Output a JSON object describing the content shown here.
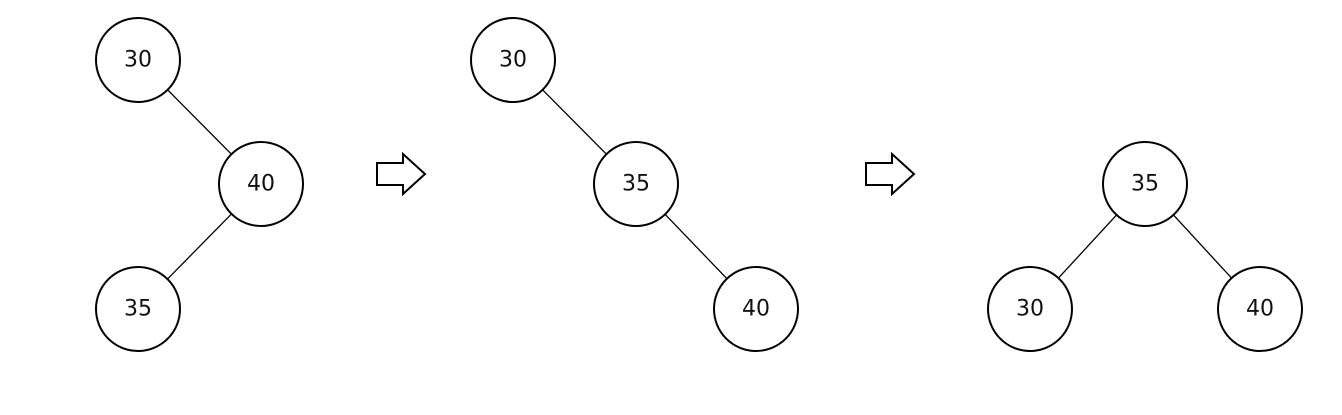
{
  "diagram": {
    "steps": [
      {
        "id": "step1",
        "nodes": [
          {
            "id": "s1-n30",
            "label": "30"
          },
          {
            "id": "s1-n40",
            "label": "40"
          },
          {
            "id": "s1-n35",
            "label": "35"
          }
        ],
        "edges": [
          [
            "s1-n30",
            "s1-n40"
          ],
          [
            "s1-n40",
            "s1-n35"
          ]
        ]
      },
      {
        "id": "step2",
        "nodes": [
          {
            "id": "s2-n30",
            "label": "30"
          },
          {
            "id": "s2-n35",
            "label": "35"
          },
          {
            "id": "s2-n40",
            "label": "40"
          }
        ],
        "edges": [
          [
            "s2-n30",
            "s2-n35"
          ],
          [
            "s2-n35",
            "s2-n40"
          ]
        ]
      },
      {
        "id": "step3",
        "nodes": [
          {
            "id": "s3-n35",
            "label": "35"
          },
          {
            "id": "s3-n30",
            "label": "30"
          },
          {
            "id": "s3-n40",
            "label": "40"
          }
        ],
        "edges": [
          [
            "s3-n35",
            "s3-n30"
          ],
          [
            "s3-n35",
            "s3-n40"
          ]
        ]
      }
    ],
    "arrows": [
      {
        "icon": "right-arrow-icon"
      },
      {
        "icon": "right-arrow-icon"
      }
    ]
  }
}
